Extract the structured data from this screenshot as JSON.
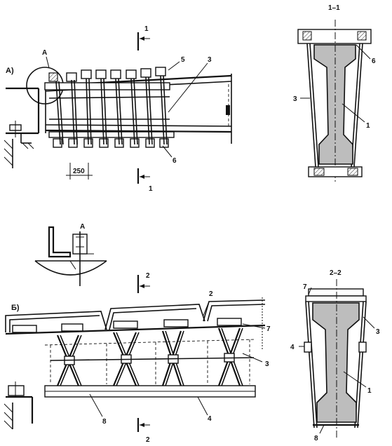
{
  "figure_a": {
    "label": "А)",
    "callout_a": "А",
    "dimension": "250",
    "marks": [
      "5",
      "3",
      "6"
    ]
  },
  "section_1_1": {
    "title": "1–1",
    "cut_top": "1",
    "cut_bottom": "1",
    "marks": [
      "6",
      "3",
      "1"
    ]
  },
  "detail_a": {
    "title": "А"
  },
  "figure_b": {
    "label": "Б)",
    "marks": [
      "2",
      "7",
      "3",
      "8",
      "4"
    ]
  },
  "section_2_2": {
    "title": "2–2",
    "cut_top": "2",
    "cut_bottom": "2",
    "marks": [
      "7",
      "3",
      "4",
      "1",
      "8"
    ]
  }
}
